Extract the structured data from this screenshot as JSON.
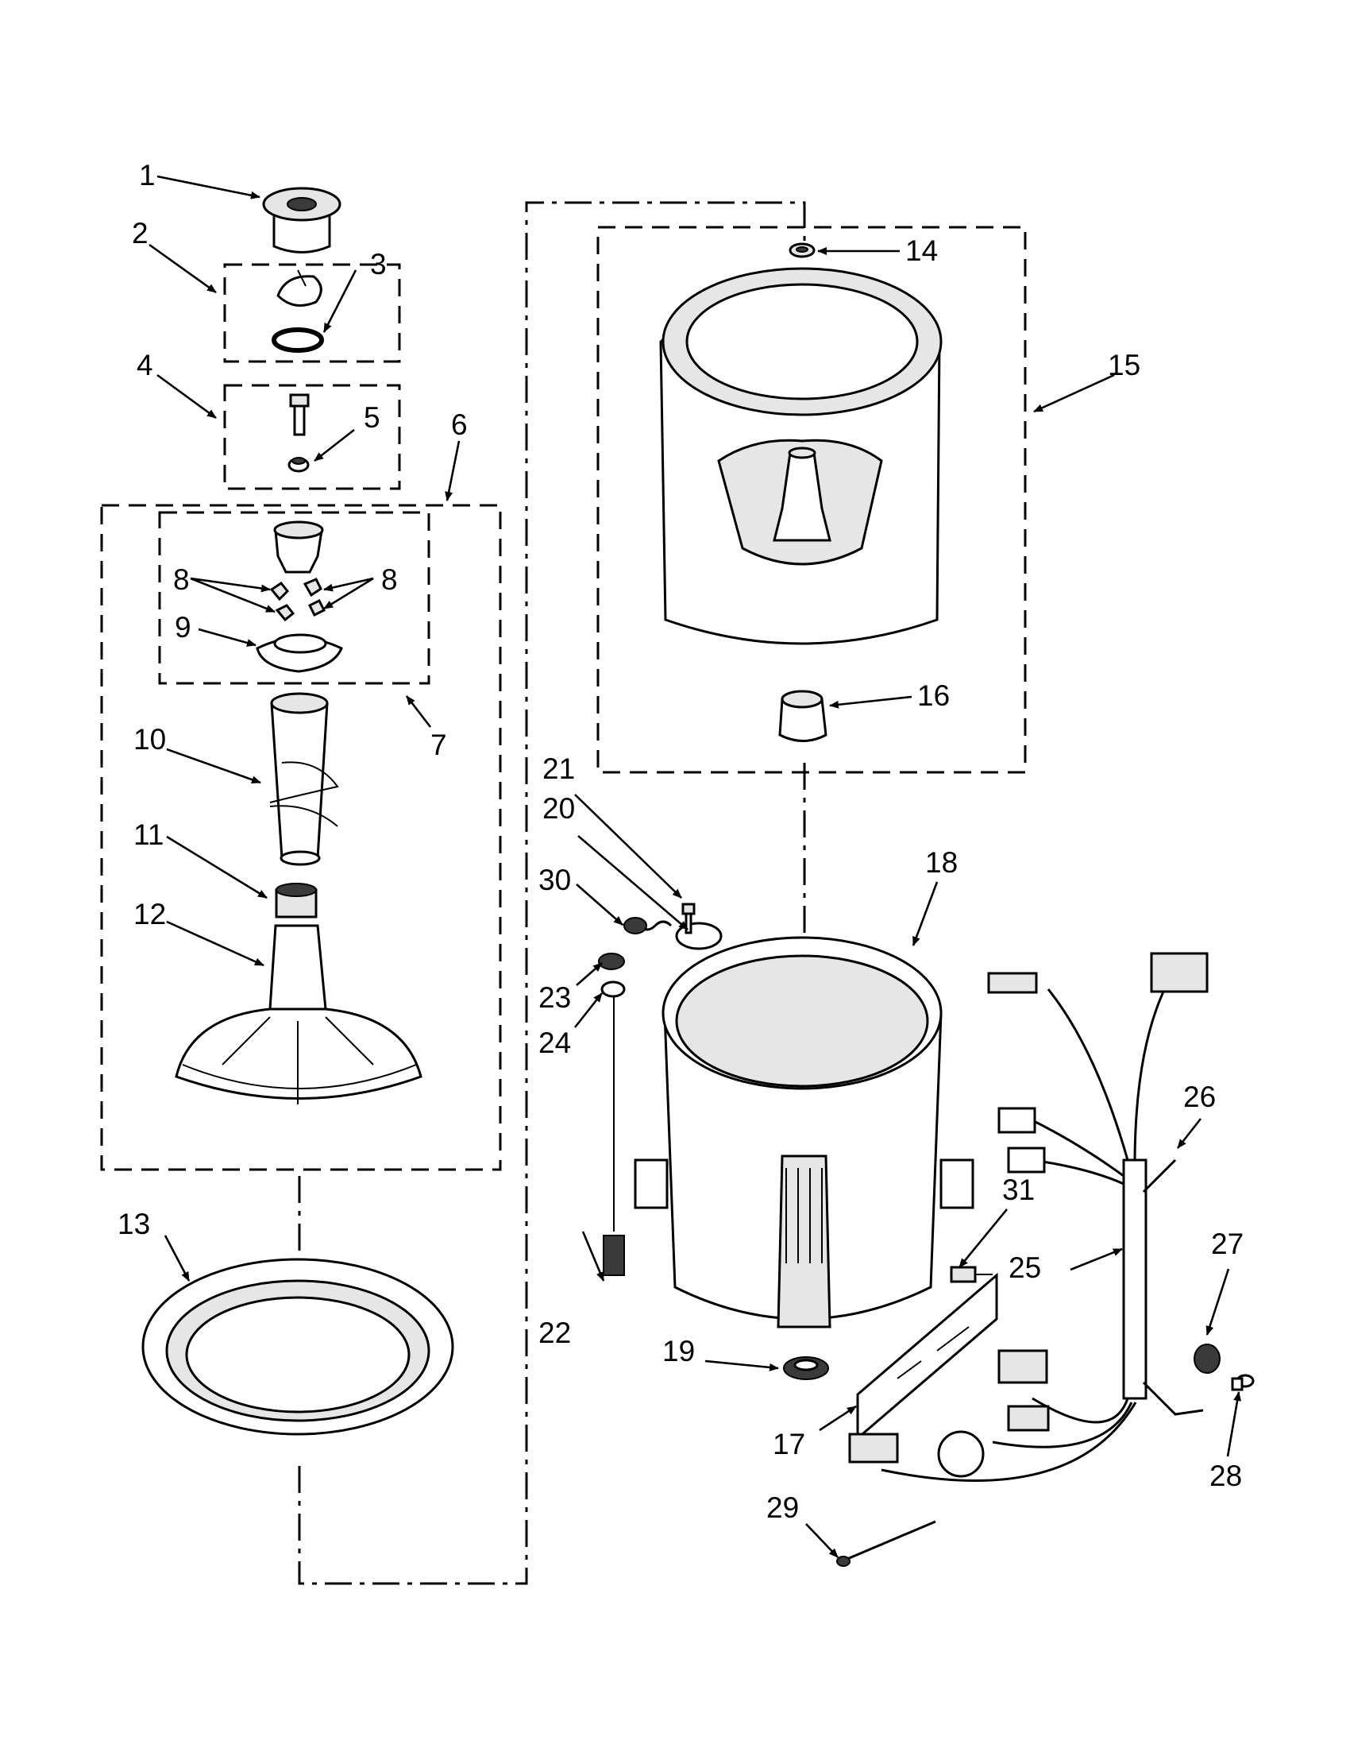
{
  "callouts": [
    {
      "label": "1"
    },
    {
      "label": "2"
    },
    {
      "label": "3"
    },
    {
      "label": "4"
    },
    {
      "label": "5"
    },
    {
      "label": "6"
    },
    {
      "label": "7"
    },
    {
      "label": "8"
    },
    {
      "label": "8"
    },
    {
      "label": "9"
    },
    {
      "label": "10"
    },
    {
      "label": "11"
    },
    {
      "label": "12"
    },
    {
      "label": "13"
    },
    {
      "label": "14"
    },
    {
      "label": "15"
    },
    {
      "label": "16"
    },
    {
      "label": "17"
    },
    {
      "label": "18"
    },
    {
      "label": "19"
    },
    {
      "label": "20"
    },
    {
      "label": "21"
    },
    {
      "label": "22"
    },
    {
      "label": "23"
    },
    {
      "label": "24"
    },
    {
      "label": "25"
    },
    {
      "label": "26"
    },
    {
      "label": "27"
    },
    {
      "label": "28"
    },
    {
      "label": "29"
    },
    {
      "label": "30"
    },
    {
      "label": "31"
    }
  ]
}
